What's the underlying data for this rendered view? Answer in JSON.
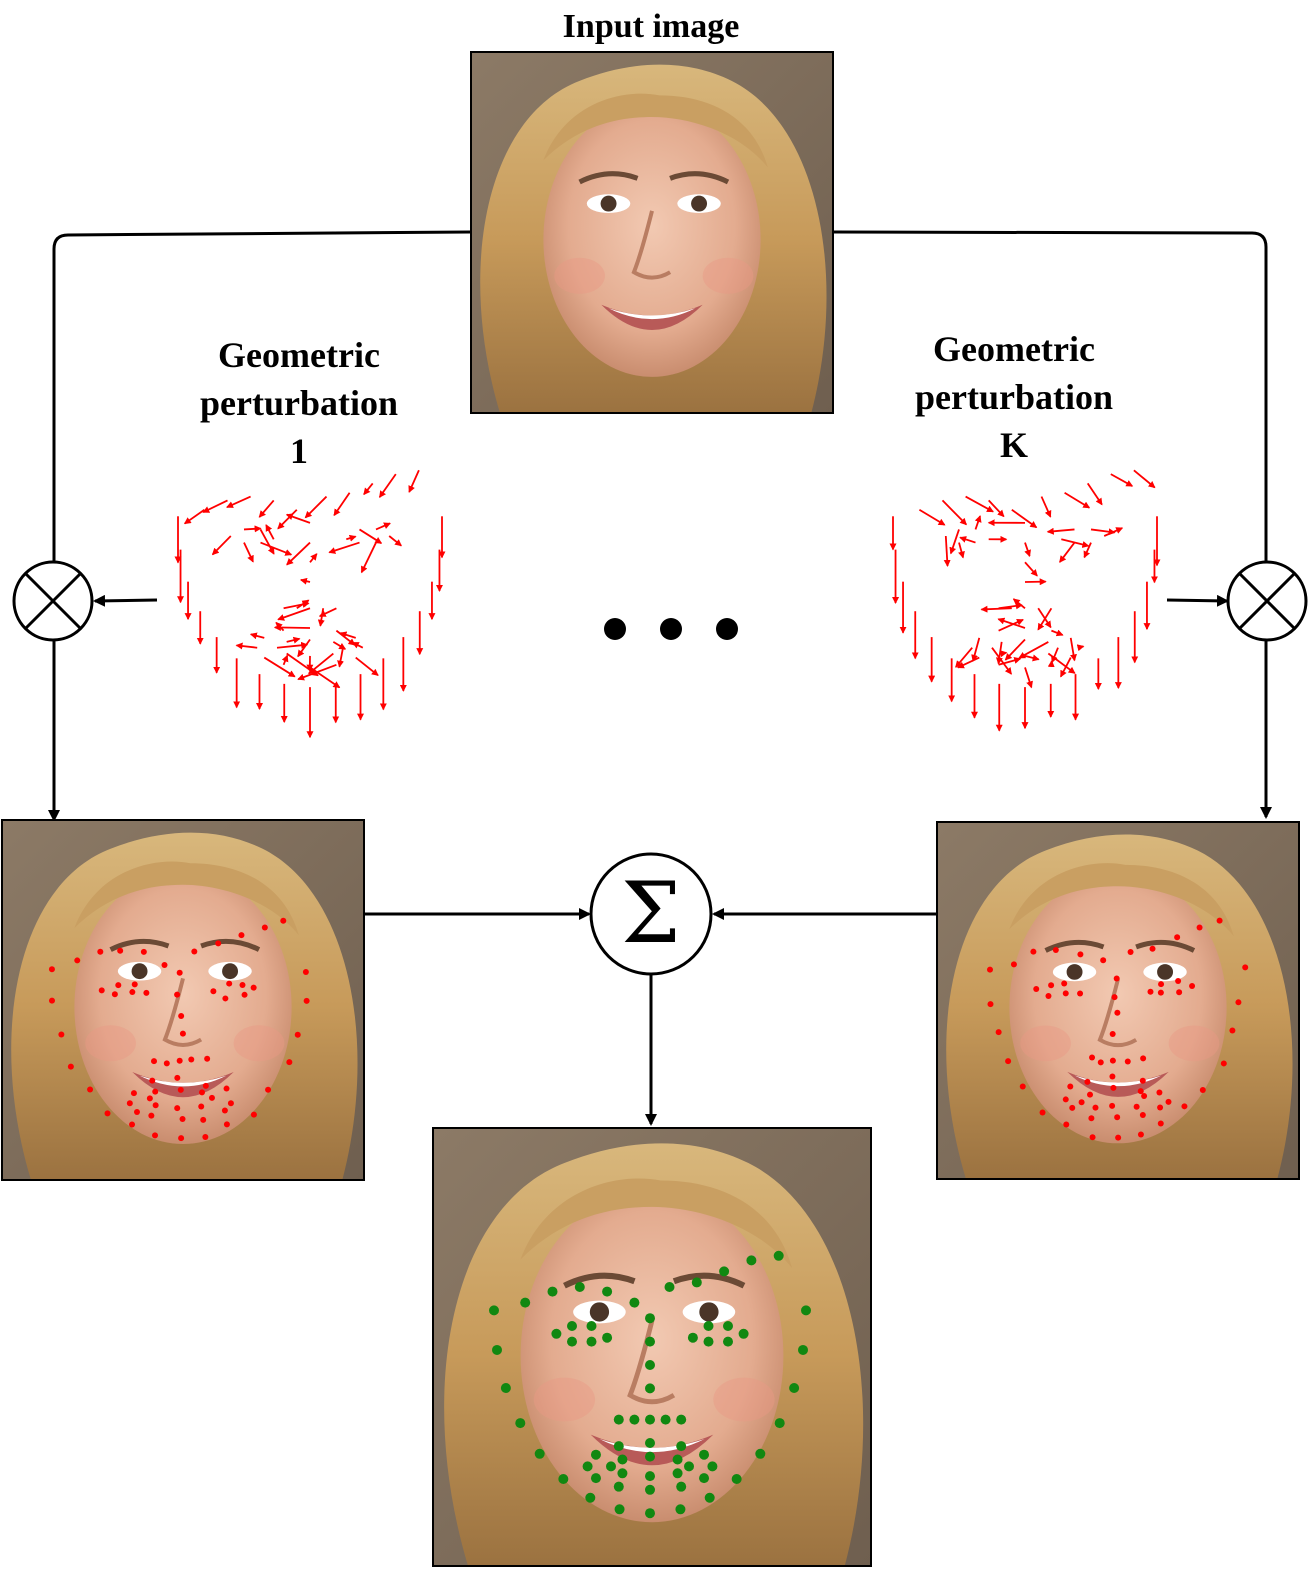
{
  "labels": {
    "input_title": "Input image",
    "pert1_line1": "Geometric",
    "pert1_line2": "perturbation",
    "pert1_line3": "1",
    "pertK_line1": "Geometric",
    "pertK_line2": "perturbation",
    "pertK_line3": "K",
    "sum_symbol": "Σ"
  },
  "icons": {
    "multiply_node": "circle-times-icon",
    "sum_node": "circle-sigma-icon",
    "ellipsis": "ellipsis-icon"
  },
  "colors": {
    "perturbation": "#ff0000",
    "landmark_input": "#ff0000",
    "landmark_output": "#118811",
    "line": "#000000"
  }
}
